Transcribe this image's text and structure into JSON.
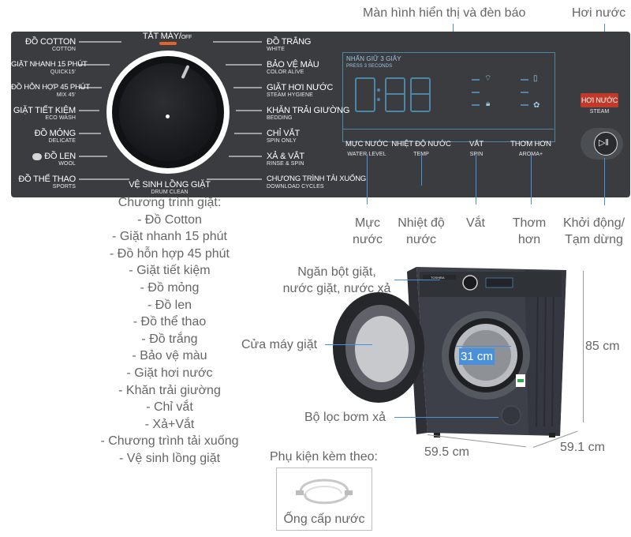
{
  "callouts": {
    "display": "Màn hình hiển thị và đèn báo",
    "steam": "Hơi nước",
    "water_level": [
      "Mực",
      "nước"
    ],
    "temp": [
      "Nhiệt độ",
      "nước"
    ],
    "spin": "Vắt",
    "aroma": [
      "Thơm",
      "hơn"
    ],
    "start": [
      "Khởi động/",
      "Tạm dừng"
    ],
    "detergent": [
      "Ngăn bột giặt,",
      "nước giặt, nước xả"
    ],
    "door": "Cửa máy giặt",
    "door_dim": "31 cm",
    "filter": "Bộ lọc bơm xả",
    "height": "85 cm",
    "width": "59.5 cm",
    "depth": "59.1 cm",
    "accessory_title": "Phụ kiện kèm theo:",
    "accessory_item": "Ống cấp nước"
  },
  "programs_title": "Chương trình giặt:",
  "programs": [
    "- Đồ Cotton",
    "- Giặt nhanh 15 phút",
    "- Đồ hỗn hợp 45 phút",
    "- Giặt tiết kiệm",
    "- Đồ mỏng",
    "- Đồ len",
    "- Đồ thể thao",
    "- Đồ trắng",
    "- Bảo vệ màu",
    "- Giặt hơi nước",
    "- Khăn trải giường",
    "- Chỉ vắt",
    "- Xả+Vắt",
    "- Chương trình tải xuống",
    "- Vệ sinh lồng giặt"
  ],
  "panel": {
    "off": {
      "label": "TẮT MÁY/",
      "sub": "OFF"
    },
    "left": [
      {
        "label": "ĐỒ COTTON",
        "sub": "COTTON"
      },
      {
        "label": "GIẶT NHANH 15 PHÚT",
        "sub": "QUICK15'"
      },
      {
        "label": "ĐỒ HỖN HỢP 45 PHÚT",
        "sub": "MIX 45'"
      },
      {
        "label": "GIẶT TIẾT KIỆM",
        "sub": "ECO WASH"
      },
      {
        "label": "ĐỒ MỎNG",
        "sub": "DELICATE"
      },
      {
        "label": "ĐỒ LEN",
        "sub": "WOOL"
      },
      {
        "label": "ĐỒ THỂ THAO",
        "sub": "SPORTS"
      }
    ],
    "right": [
      {
        "label": "ĐỒ TRẮNG",
        "sub": "WHITE"
      },
      {
        "label": "BẢO VỆ MÀU",
        "sub": "COLOR ALIVE"
      },
      {
        "label": "GIẶT HƠI NƯỚC",
        "sub": "STEAM HYGIENE"
      },
      {
        "label": "KHĂN TRẢI GIƯỜNG",
        "sub": "BEDDING"
      },
      {
        "label": "CHỈ VẮT",
        "sub": "SPIN ONLY"
      },
      {
        "label": "XẢ & VẮT",
        "sub": "RINSE & SPIN"
      },
      {
        "label": "CHƯƠNG TRÌNH TẢI XUỐNG",
        "sub": "DOWNLOAD CYCLES"
      }
    ],
    "bottom": {
      "label": "VỆ SINH LỒNG GIẶT",
      "sub": "DRUM CLEAN"
    },
    "hold": {
      "label": "NHẤN GIỮ 3 GIÂY",
      "sub": "PRESS 3 SECONDS"
    },
    "buttons": [
      {
        "label": "MỰC NƯỚC",
        "sub": "WATER LEVEL"
      },
      {
        "label": "NHIỆT ĐỘ NƯỚC",
        "sub": "TEMP"
      },
      {
        "label": "VẮT",
        "sub": "SPIN"
      },
      {
        "label": "THƠM HƠN",
        "sub": "AROMA+"
      }
    ],
    "steam_btn": {
      "label": "HƠI NƯỚC",
      "sub": "STEAM"
    },
    "machine_brand": "TOSHIBA",
    "colors": {
      "panel": "#3a3c40",
      "callout_line": "#4a90d9",
      "steam": "#c0392b",
      "display": "#4e86a8"
    }
  }
}
